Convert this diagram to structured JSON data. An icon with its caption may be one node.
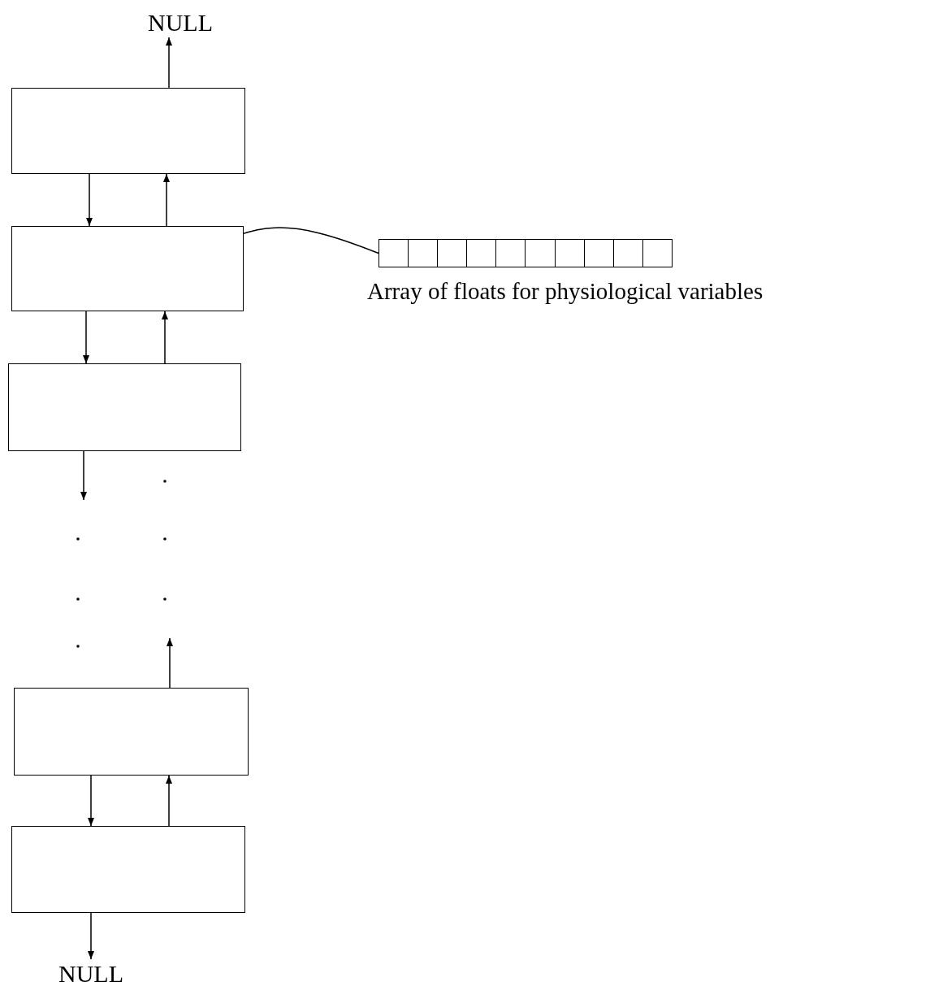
{
  "diagram": {
    "nodes": [
      {
        "text": [
          "NULL"
        ]
      },
      {
        "text": [],
        "shape": "box"
      },
      {
        "text": [],
        "shape": "box"
      },
      {
        "text": [],
        "shape": "box"
      },
      {
        "text": [],
        "shape": "box"
      },
      {
        "text": [],
        "shape": "box"
      },
      {
        "text": [],
        "shape": "bar",
        "beside": [
          "Array of floats for physiological variables"
        ]
      },
      {
        "text": [
          "NULL"
        ]
      }
    ],
    "edges": [
      {
        "from": 1,
        "to": 0,
        "arrow": "to"
      },
      {
        "from": 1,
        "to": 2,
        "arrow": "to"
      },
      {
        "from": 2,
        "to": 1,
        "arrow": "to"
      },
      {
        "from": 2,
        "to": 3,
        "arrow": "to"
      },
      {
        "from": 3,
        "to": 2,
        "arrow": "to"
      },
      {
        "from": 3,
        "to": null,
        "arrow": "to"
      },
      {
        "from": 4,
        "to": null,
        "arrow": "to"
      },
      {
        "from": 4,
        "to": 5,
        "arrow": "to"
      },
      {
        "from": 5,
        "to": 4,
        "arrow": "to"
      },
      {
        "from": 5,
        "to": 7,
        "arrow": "to"
      },
      {
        "from": 2,
        "to": 6,
        "arrow": "none"
      }
    ]
  }
}
